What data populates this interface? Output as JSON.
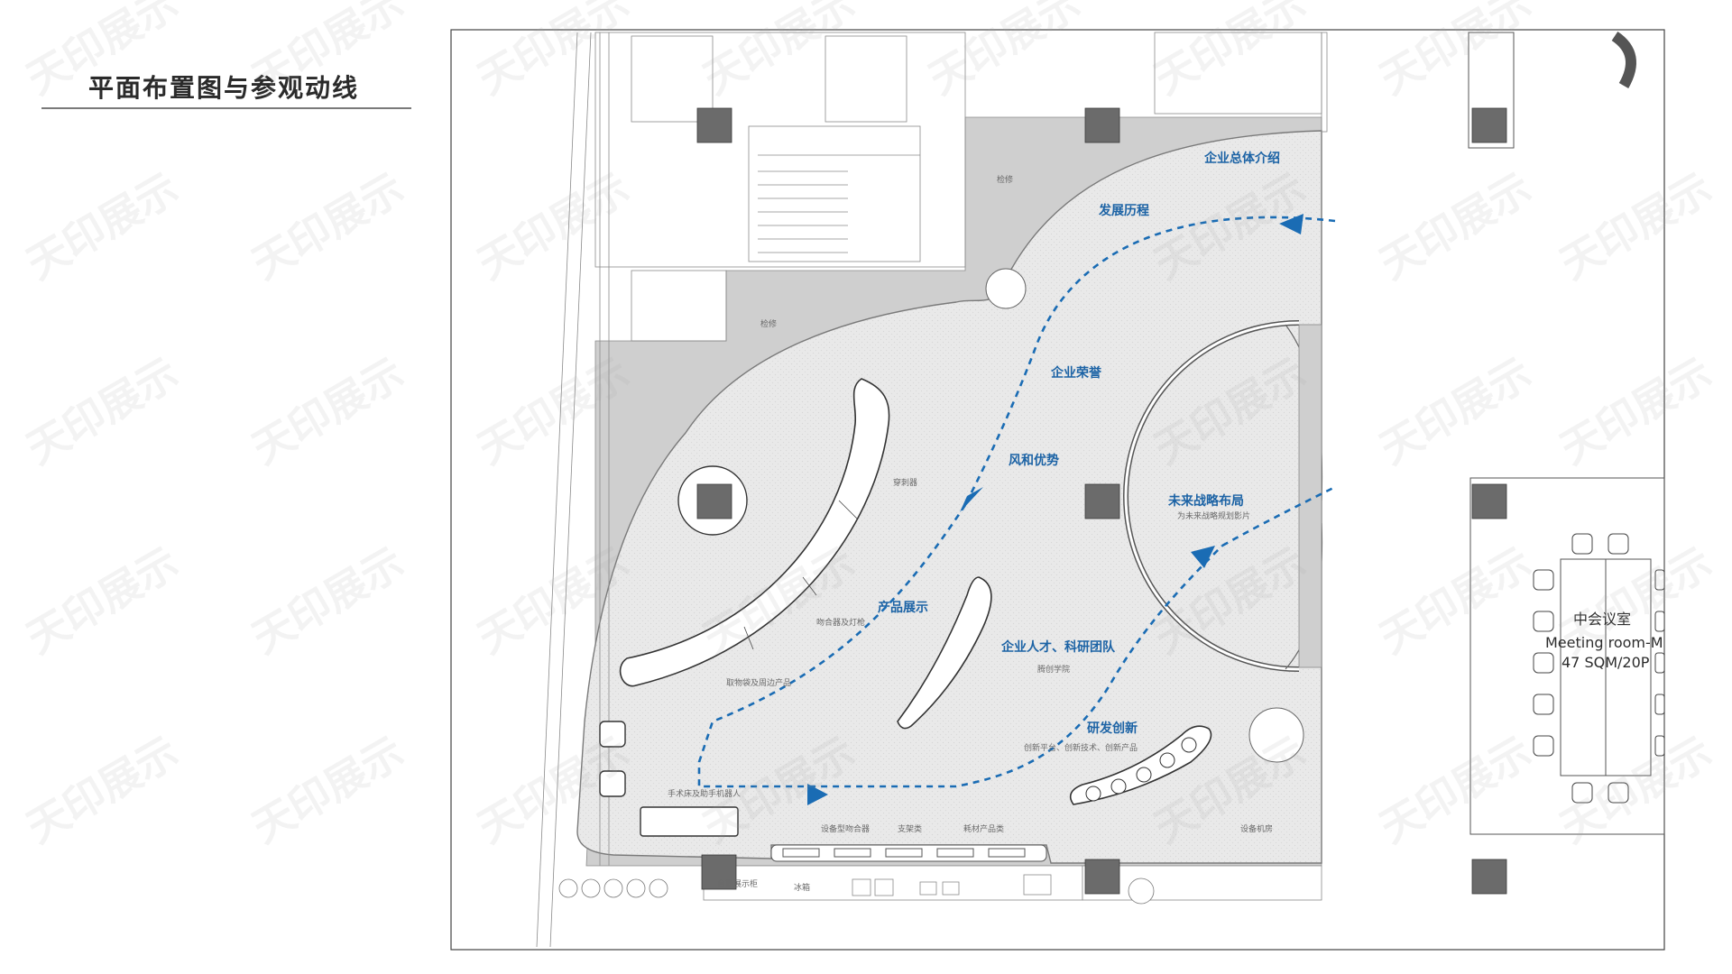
{
  "page": {
    "title": "平面布置图与参观动线",
    "watermark": "天印展示"
  },
  "zones": {
    "corporate_intro": "企业总体介绍",
    "history": "发展历程",
    "honors": "企业荣誉",
    "advantages": "风和优势",
    "future_strategy": "未来战略布局",
    "future_strategy_sub": "为未来战略规划影片",
    "product_display": "产品展示",
    "talent_team": "企业人才、科研团队",
    "talent_team_sub": "腾创学院",
    "rnd": "研发创新",
    "rnd_sub": "创新平台、创新技术、创新产品"
  },
  "notes": {
    "maintenance_1": "检修",
    "maintenance_2": "检修",
    "puncture": "穿刺器",
    "stapler_light": "吻合器及灯枪",
    "retrieval_bag": "取物袋及周边产品",
    "surgical_bed": "手术床及助手机器人",
    "device_stapler": "设备型吻合器",
    "support": "支架类",
    "consumables": "耗材产品类",
    "equipment_room": "设备机房",
    "cabinet_1": "台面展示柜",
    "cabinet_2": "冰箱"
  },
  "meeting_room": {
    "name": "中会议室",
    "name_en": "Meeting room-M",
    "capacity": "47 SQM/20P"
  },
  "colors": {
    "route_blue": "#1a6cb4",
    "floor": "#e7e7e7",
    "service_gray": "#cfcfcf",
    "column": "#6b6b6b",
    "label_blue": "#1c63a5"
  },
  "icons": {
    "route_arrow": "arrow-head",
    "column": "square-column"
  }
}
